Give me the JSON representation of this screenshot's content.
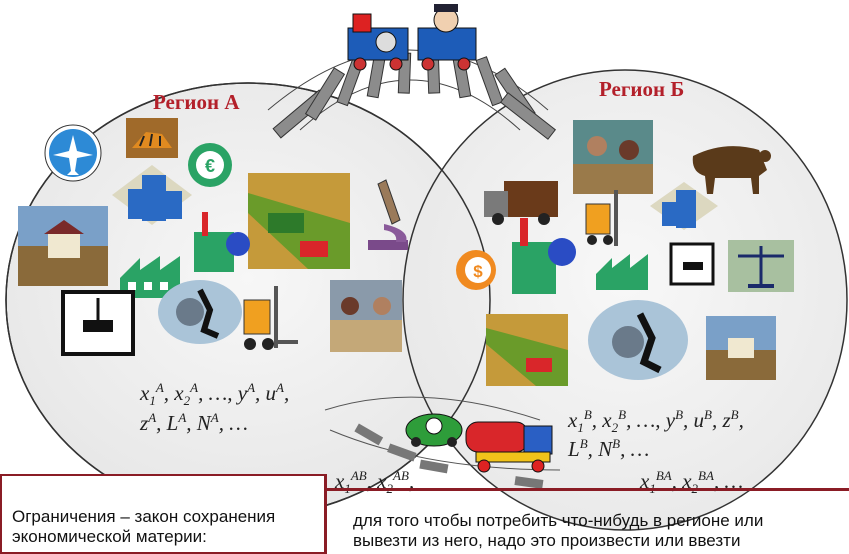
{
  "regions": {
    "a": {
      "title": "Регион А"
    },
    "b": {
      "title": "Регион Б"
    }
  },
  "formulas": {
    "a": {
      "line1": {
        "v1": "x",
        "v1sub": "1",
        "v1sup": "A",
        "v2": "x",
        "v2sub": "2",
        "v2sup": "A",
        "dots": "…",
        "y": "y",
        "ysup": "A",
        "u": "u",
        "usup": "A"
      },
      "line2": {
        "z": "z",
        "zsup": "A",
        "L": "L",
        "Lsup": "A",
        "N": "N",
        "Nsup": "A",
        "dots": "…"
      }
    },
    "b": {
      "line1": {
        "v1": "x",
        "v1sub": "1",
        "v1sup": "B",
        "v2": "x",
        "v2sub": "2",
        "v2sup": "B",
        "dots": "…",
        "y": "y",
        "ysup": "B",
        "u": "u",
        "usup": "B",
        "z": "z",
        "zsup": "B"
      },
      "line2": {
        "L": "L",
        "Lsup": "B",
        "N": "N",
        "Nsup": "B",
        "dots": "…"
      }
    },
    "ab": {
      "v1": "x",
      "v1sub": "1",
      "v1sup": "AB",
      "v2": "x",
      "v2sub": "2",
      "v2sup": "AB"
    },
    "ba": {
      "v1": "x",
      "v1sub": "1",
      "v1sup": "BA",
      "v2": "x",
      "v2sub": "2",
      "v2sup": "BA",
      "dots": "…"
    }
  },
  "footer": {
    "left_line1": "Ограничения – закон сохранения",
    "left_line2": "экономической материи:",
    "right_line1": "для того чтобы потребить что-нибудь в регионе или",
    "right_line2": "вывезти из него, надо это произвести или ввезти"
  },
  "colors": {
    "region_title": "#b3202a",
    "box_border": "#8a1c25",
    "bridge": "#8c8c8c",
    "circle_fill": "#efefef"
  },
  "icons": {
    "region_a": [
      "airplane-icon",
      "tiger-picture",
      "euro-icon",
      "office-building-icon",
      "farm-harvest-picture",
      "microscope-icon",
      "house-landscape-picture",
      "factory-globe-icon",
      "factory-icon",
      "crane-load-icon",
      "businessmen-gears-icon",
      "forklift-icon",
      "office-meeting-picture"
    ],
    "region_b": [
      "office-workers-picture",
      "truck-icon",
      "cow-icon",
      "forklift-icon",
      "office-building-icon",
      "factory-globe-icon",
      "dollar-icon",
      "factory-icon",
      "crane-load-icon",
      "scales-icon",
      "farm-harvest-picture",
      "businessmen-gears-icon",
      "house-landscape-picture"
    ],
    "transport": [
      "toy-train-icon",
      "toy-train-icon",
      "toy-car-icon",
      "toy-truck-icon"
    ]
  }
}
